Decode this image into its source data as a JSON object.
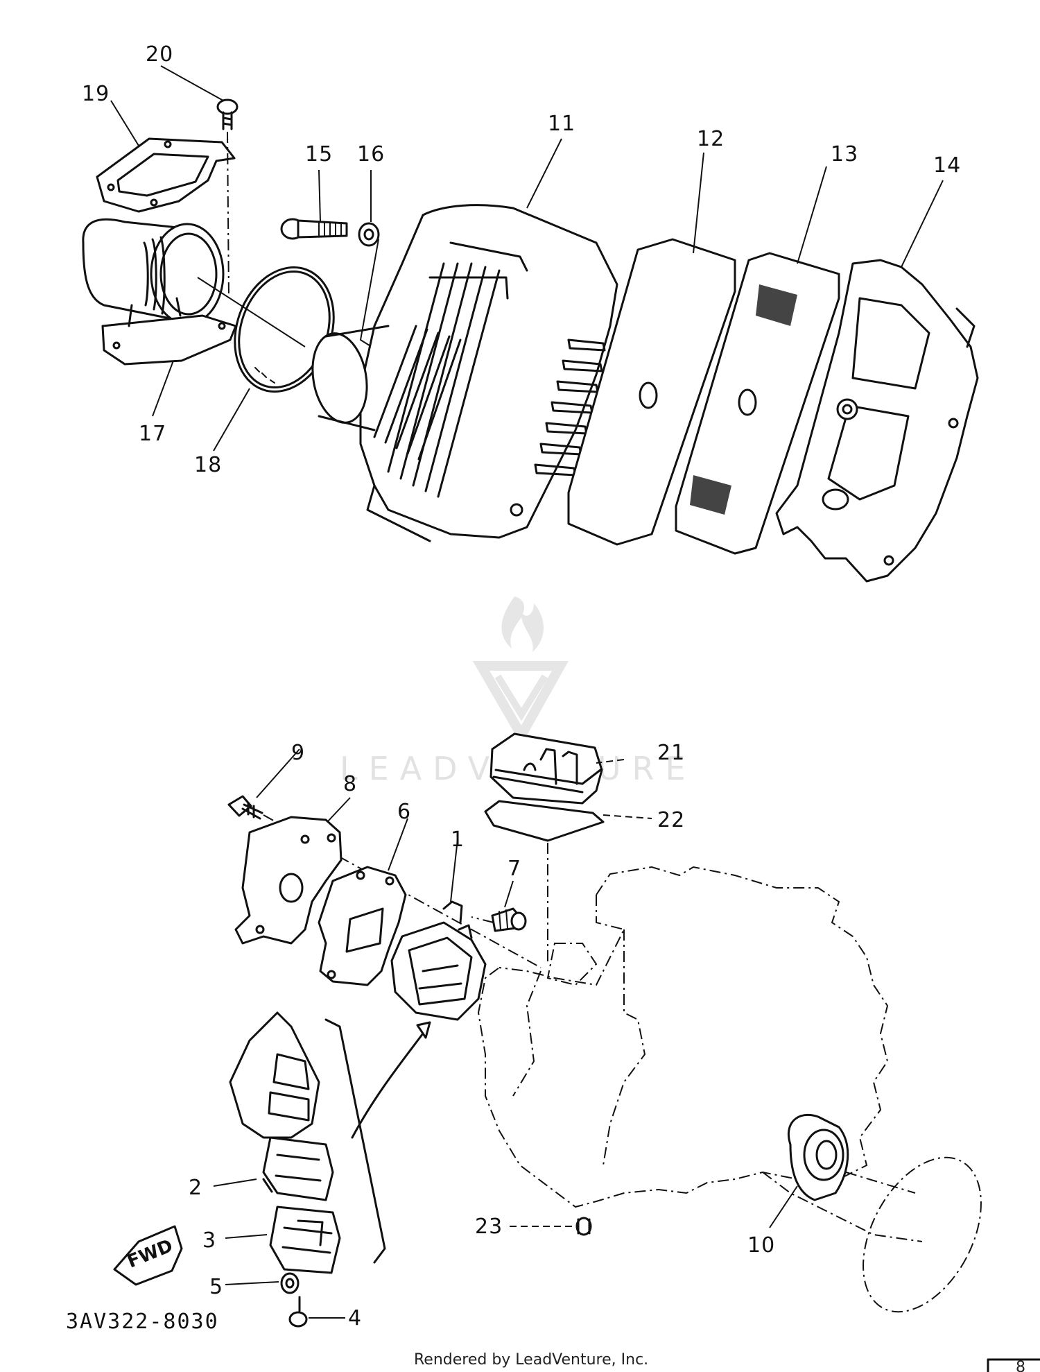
{
  "diagram": {
    "part_code": "3AV322-8030",
    "footer": "Rendered by LeadVenture, Inc.",
    "watermark": "LEADVENTURE",
    "fwd_label": "FWD",
    "corner_mark": "8",
    "colors": {
      "line": "#111111",
      "background": "#ffffff",
      "watermark": "#e2e2e2"
    },
    "callouts": [
      {
        "id": "1",
        "label": "1"
      },
      {
        "id": "2",
        "label": "2"
      },
      {
        "id": "3",
        "label": "3"
      },
      {
        "id": "4",
        "label": "4"
      },
      {
        "id": "5",
        "label": "5"
      },
      {
        "id": "6",
        "label": "6"
      },
      {
        "id": "7",
        "label": "7"
      },
      {
        "id": "8",
        "label": "8"
      },
      {
        "id": "9",
        "label": "9"
      },
      {
        "id": "10",
        "label": "10"
      },
      {
        "id": "11",
        "label": "11"
      },
      {
        "id": "12",
        "label": "12"
      },
      {
        "id": "13",
        "label": "13"
      },
      {
        "id": "14",
        "label": "14"
      },
      {
        "id": "15",
        "label": "15"
      },
      {
        "id": "16",
        "label": "16"
      },
      {
        "id": "17",
        "label": "17"
      },
      {
        "id": "18",
        "label": "18"
      },
      {
        "id": "19",
        "label": "19"
      },
      {
        "id": "20",
        "label": "20"
      },
      {
        "id": "21",
        "label": "21"
      },
      {
        "id": "22",
        "label": "22"
      },
      {
        "id": "23",
        "label": "23"
      }
    ]
  }
}
